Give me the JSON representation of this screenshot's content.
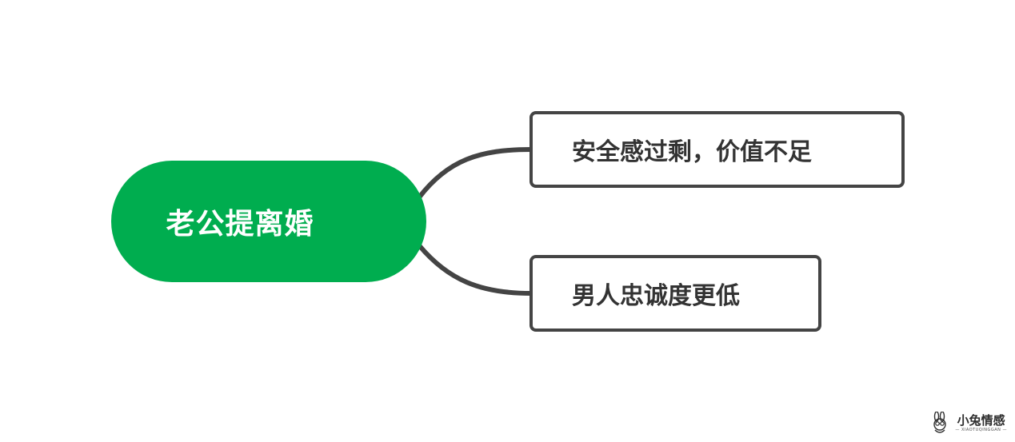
{
  "mindmap": {
    "root": {
      "label": "老公提离婚",
      "color": "#00ad4f"
    },
    "branches": [
      {
        "label": "安全感过剩，价值不足"
      },
      {
        "label": "男人忠诚度更低"
      }
    ],
    "connector_color": "#444444"
  },
  "watermark": {
    "title": "小兔情感",
    "subtitle": "— XIAOTUQINGGAN —",
    "icon": "rabbit-icon"
  }
}
